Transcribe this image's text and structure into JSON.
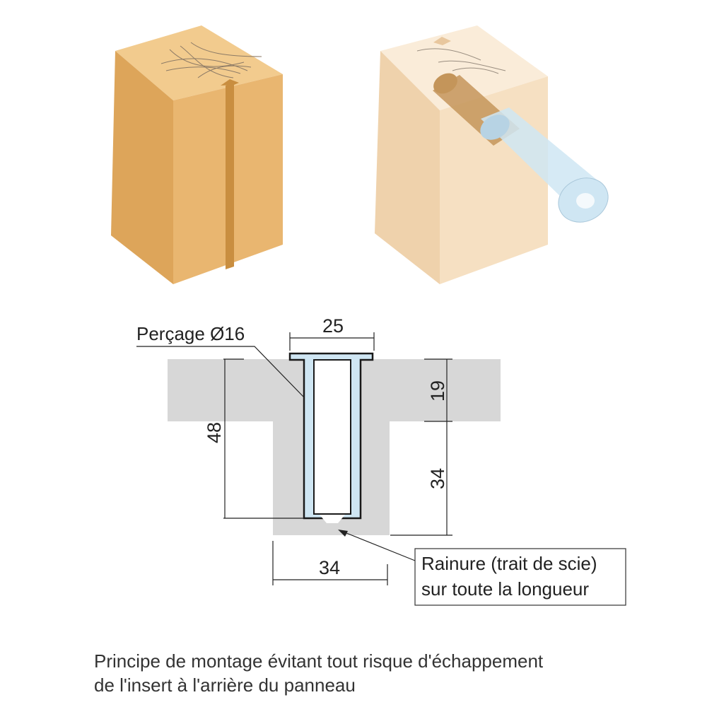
{
  "colors": {
    "wood_front": "#E9B670",
    "wood_side": "#DDA55A",
    "wood_top": "#F2CB8E",
    "wood_ghost_front": "#F6E0C2",
    "wood_ghost_side": "#EFD2AC",
    "wood_ghost_top": "#FAECD9",
    "dowel": "#C4955A",
    "insert": "#CFE6F3",
    "insert_outline": "#1A1A1A",
    "panel_section": "#D7D7D7",
    "leader_line": "#222222"
  },
  "dimensions": {
    "insert_flange_width": "25",
    "total_depth": "48",
    "top_depth": "19",
    "lower_depth": "34",
    "block_width": "34"
  },
  "labels": {
    "drilling": "Perçage Ø16",
    "groove_line1": "Rainure (trait de scie)",
    "groove_line2": "sur toute la longueur"
  },
  "caption": {
    "line1": "Principe de montage évitant tout risque d'échappement",
    "line2": "de l'insert à l'arrière du panneau"
  }
}
